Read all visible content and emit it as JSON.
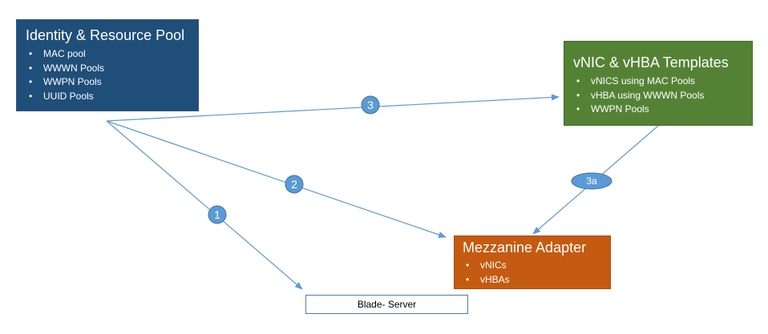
{
  "identity_pool": {
    "title": "Identity & Resource Pool",
    "items": [
      "MAC pool",
      "WWWN Pools",
      "WWPN Pools",
      "UUID Pools"
    ]
  },
  "templates": {
    "title": "vNIC & vHBA Templates",
    "items": [
      "vNICS using MAC Pools",
      "vHBA using WWWN Pools",
      "WWPN Pools"
    ]
  },
  "mezzanine": {
    "title": "Mezzanine Adapter",
    "items": [
      "vNICs",
      "vHBAs"
    ]
  },
  "blade": {
    "label": "Blade- Server"
  },
  "steps": {
    "step1": "1",
    "step2": "2",
    "step3": "3",
    "step3a": "3a"
  },
  "colors": {
    "identity_pool": "#1f4e79",
    "templates": "#548235",
    "mezzanine": "#c55a11",
    "connector": "#5b9bd5",
    "marker": "#5b9bd5"
  }
}
